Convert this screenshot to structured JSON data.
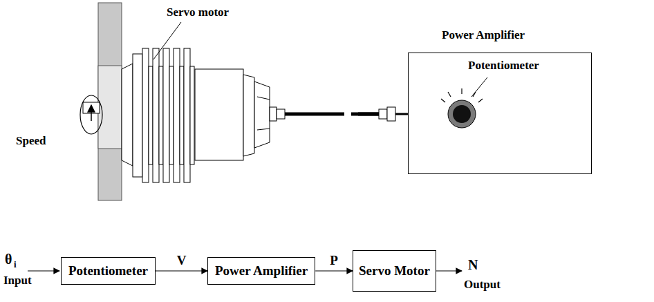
{
  "diagram": {
    "nodes": [
      {
        "text": [
          "Power Amplifier",
          "Potentiometer"
        ]
      },
      {
        "text": [
          "Potentiometer"
        ]
      },
      {
        "text": [
          "Power Amplifier"
        ]
      },
      {
        "text": [
          "Servo Motor"
        ]
      }
    ],
    "edges": [
      {
        "from": 1,
        "to": 2,
        "arrow": "to",
        "label": "V"
      },
      {
        "from": 2,
        "to": 3,
        "arrow": "to",
        "label": "P"
      }
    ],
    "labels": [
      "Servo motor",
      "Speed",
      "θ",
      "i",
      "Input",
      "N",
      "Output"
    ]
  }
}
